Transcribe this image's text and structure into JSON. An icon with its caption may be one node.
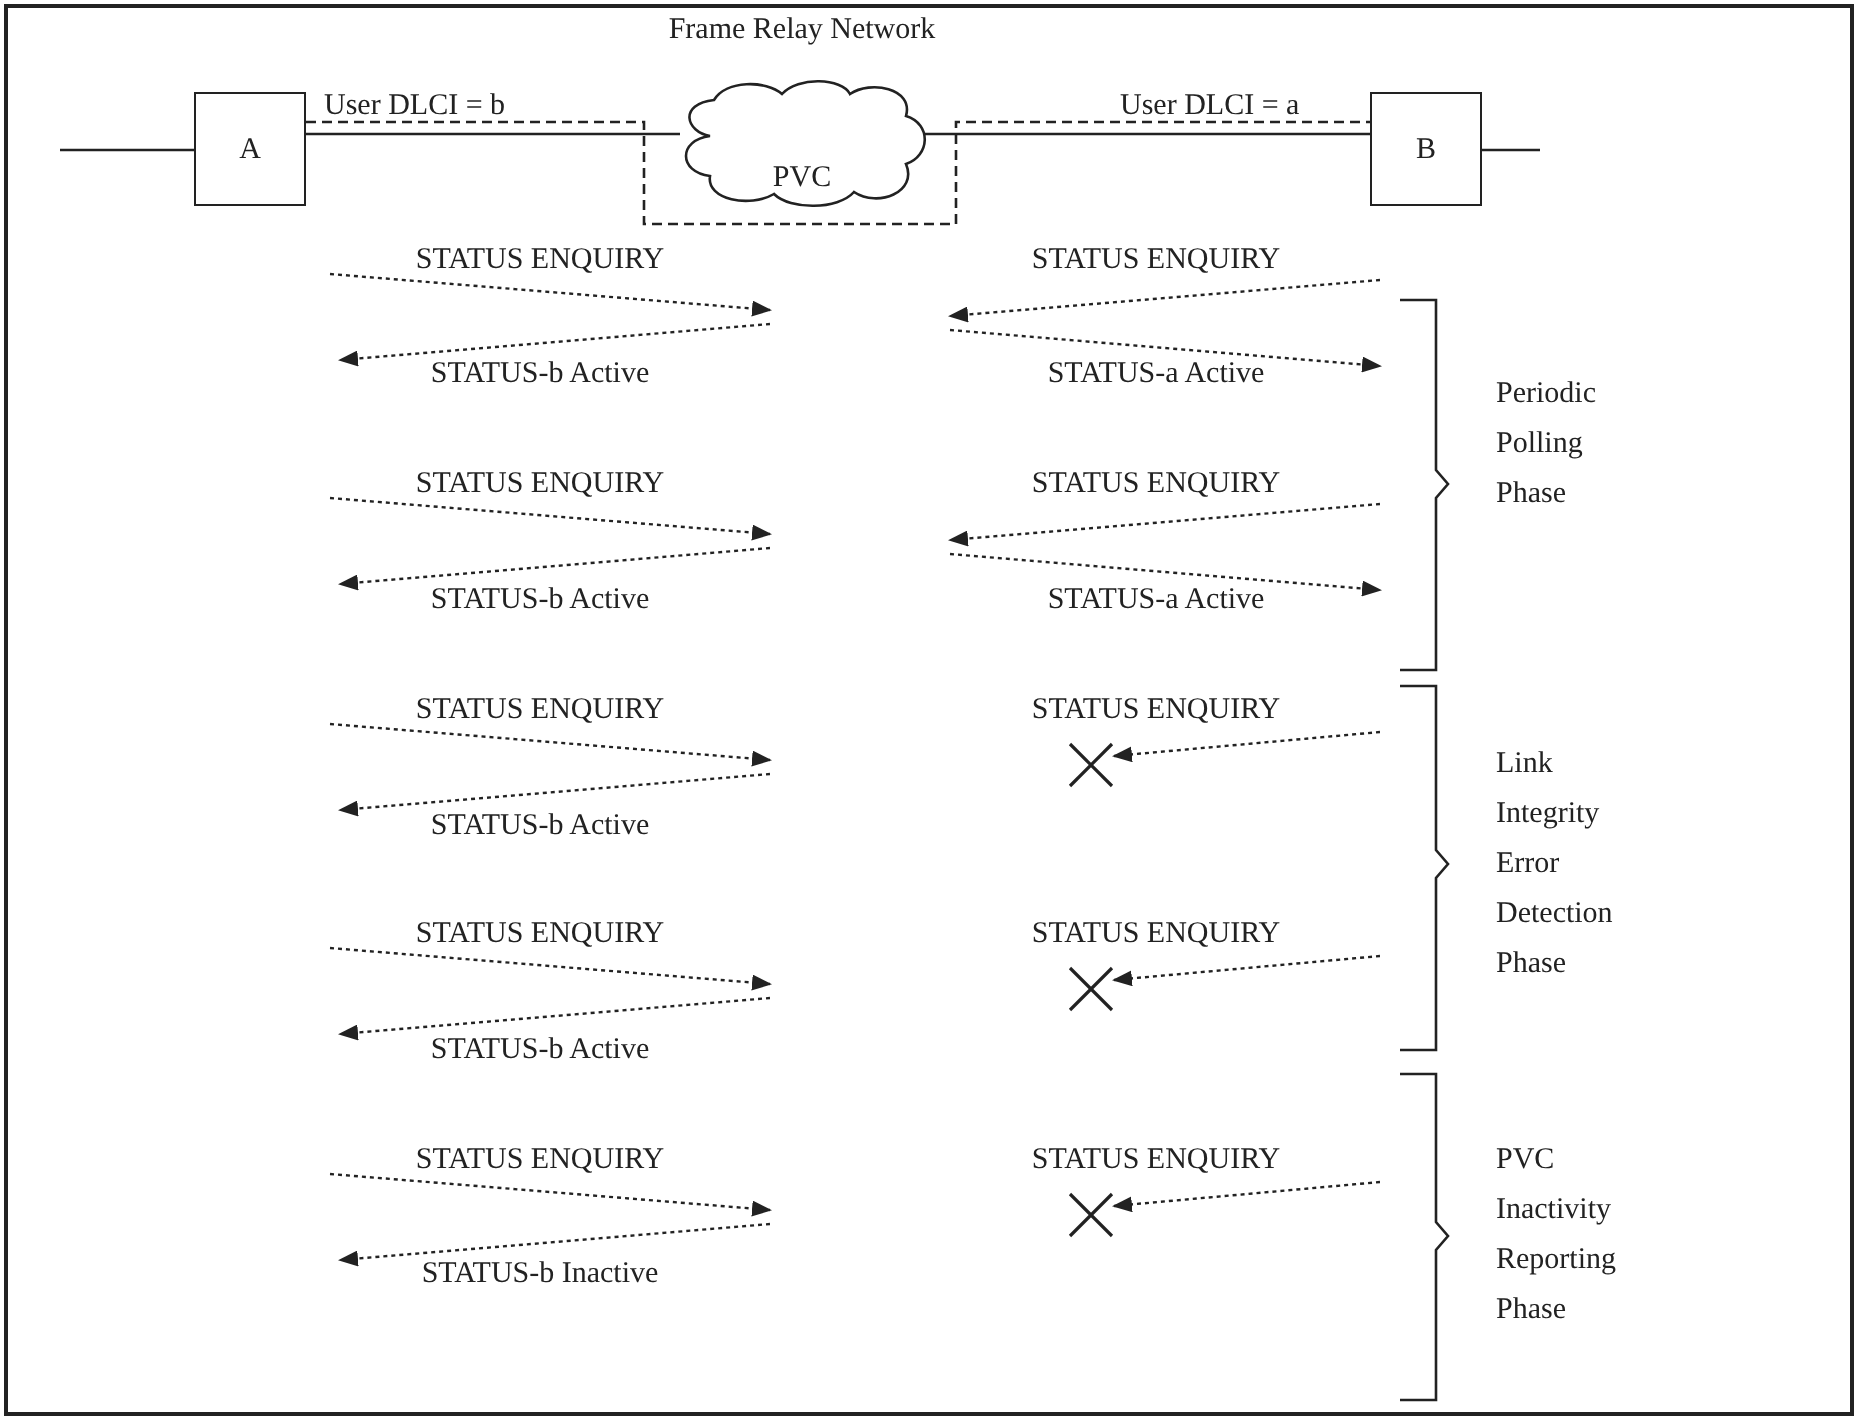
{
  "diagram": {
    "nodes": [
      {
        "text": [
          "A"
        ]
      },
      {
        "text": [
          "B"
        ]
      },
      {
        "text": [
          "PVC"
        ],
        "beside": [
          "Frame Relay Network"
        ]
      }
    ],
    "edges": [
      {
        "from": null,
        "to": 0,
        "arrow": "none"
      },
      {
        "from": 0,
        "to": 2,
        "arrow": "none"
      },
      {
        "from": 2,
        "to": 1,
        "arrow": "none"
      },
      {
        "from": 1,
        "to": null,
        "arrow": "none"
      },
      {
        "from": 0,
        "to": 1,
        "arrow": "none",
        "style": "dashed"
      }
    ],
    "labels": [
      "User DLCI = b",
      "User DLCI = a",
      "STATUS ENQUIRY",
      "STATUS ENQUIRY",
      "STATUS-b Active",
      "STATUS-a Active",
      "Periodic Polling Phase",
      "STATUS ENQUIRY",
      "STATUS ENQUIRY",
      "STATUS-b Active",
      "STATUS-a Active",
      "STATUS ENQUIRY",
      "STATUS ENQUIRY",
      "Link Integrity Error Detection Phase",
      "STATUS-b Active",
      "STATUS ENQUIRY",
      "STATUS ENQUIRY",
      "STATUS-b Active",
      "STATUS ENQUIRY",
      "STATUS ENQUIRY",
      "PVC Inactivity Reporting Phase",
      "STATUS-b Inactive"
    ]
  }
}
